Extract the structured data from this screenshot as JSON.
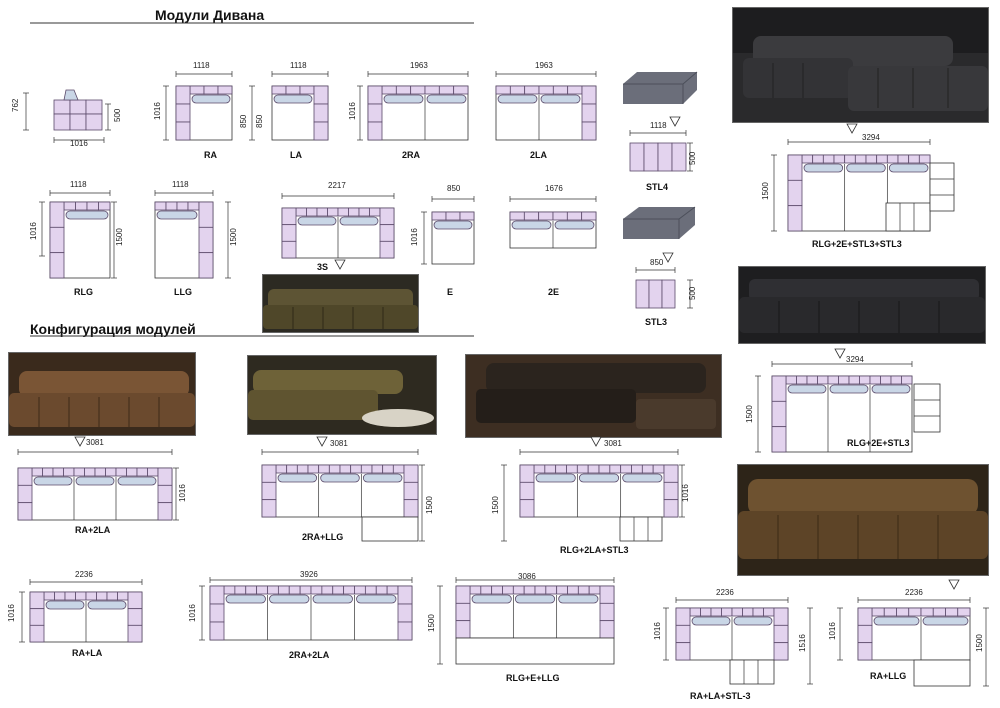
{
  "colors": {
    "module_fill": "#e3d3ee",
    "module_stroke": "#5b4a6a",
    "cushion_fill": "#c9d6e6",
    "seat_fill": "#ffffff",
    "line": "#333333"
  },
  "titles": {
    "modules": "Модули Дивана",
    "configurations": "Конфигурация модулей"
  },
  "photos": [
    {
      "id": "p1",
      "icon": "leather-sofa-photo-dark-corner"
    },
    {
      "id": "p2",
      "icon": "leather-sofa-photo-3s"
    },
    {
      "id": "p3",
      "icon": "leather-sofa-photo-dark-chaise"
    },
    {
      "id": "p4",
      "icon": "leather-sofa-photo-brown-long"
    },
    {
      "id": "p5",
      "icon": "leather-sofa-photo-olive-chaise"
    },
    {
      "id": "p6",
      "icon": "leather-sofa-photo-dark-with-ottoman"
    },
    {
      "id": "p7",
      "icon": "leather-sofa-photo-brown-chaise"
    },
    {
      "id": "p8",
      "icon": "stool-photo-stl4"
    },
    {
      "id": "p9",
      "icon": "stool-photo-stl3"
    }
  ],
  "side_module": {
    "height": "762",
    "width": "1016",
    "depth": "500"
  },
  "modules": [
    {
      "name": "RA",
      "width": "1118",
      "depth": "1016",
      "seat": "850"
    },
    {
      "name": "LA",
      "width": "1118",
      "seat": "850"
    },
    {
      "name": "2RA",
      "width": "1963",
      "depth": "1016"
    },
    {
      "name": "2LA",
      "width": "1963"
    },
    {
      "name": "RLG",
      "width": "1118",
      "depth": "1016",
      "length": "1500"
    },
    {
      "name": "LLG",
      "width": "1118",
      "length": "1500"
    },
    {
      "name": "3S",
      "width": "2217"
    },
    {
      "name": "E",
      "width": "850",
      "depth": "1016"
    },
    {
      "name": "2E",
      "width": "1676"
    },
    {
      "name": "STL4",
      "width": "1118",
      "depth": "500"
    },
    {
      "name": "STL3",
      "width": "850",
      "depth": "500"
    }
  ],
  "configs": [
    {
      "name": "RLG+2E+STL3+STL3",
      "width": "3294",
      "depth": "1500"
    },
    {
      "name": "RLG+2E+STL3",
      "width": "3294",
      "depth": "1500"
    },
    {
      "name": "RA+2LA",
      "width": "3081",
      "depth": "1016"
    },
    {
      "name": "2RA+LLG",
      "width": "3081",
      "depth": "1500"
    },
    {
      "name": "RLG+2LA+STL3",
      "width": "3081",
      "depth": "1500",
      "side": "1016"
    },
    {
      "name": "RA+LA",
      "width": "2236",
      "depth": "1016"
    },
    {
      "name": "2RA+2LA",
      "width": "3926",
      "depth": "1016"
    },
    {
      "name": "RLG+E+LLG",
      "width": "3086",
      "depth": "1500"
    },
    {
      "name": "RA+LA+STL-3",
      "width": "2236",
      "depth": "1016",
      "side": "1516"
    },
    {
      "name": "RA+LLG",
      "width": "2236",
      "depth": "1016",
      "side": "1500"
    }
  ]
}
